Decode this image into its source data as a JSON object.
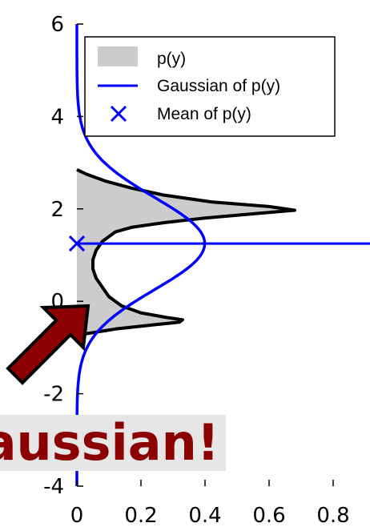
{
  "chart_data": {
    "type": "area",
    "xlim": [
      0,
      0.9
    ],
    "ylim": [
      -4,
      6
    ],
    "x_ticks": [
      0,
      0.2,
      0.4,
      0.6,
      0.8
    ],
    "x_tick_labels": [
      "0",
      "0.2",
      "0.4",
      "0.6",
      "0.8"
    ],
    "y_ticks": [
      -4,
      -2,
      0,
      2,
      4,
      6
    ],
    "y_tick_labels": [
      "-4",
      "-2",
      "0",
      "2",
      "4",
      "6"
    ],
    "grid": false,
    "legend_position": "top-right",
    "series": [
      {
        "name": "p(y)",
        "kind": "filled-density",
        "color": "#000000",
        "fill": "#cccccc",
        "points": [
          {
            "y": -0.75,
            "x": 0.0
          },
          {
            "y": -0.7,
            "x": 0.03
          },
          {
            "y": -0.6,
            "x": 0.12
          },
          {
            "y": -0.5,
            "x": 0.25
          },
          {
            "y": -0.45,
            "x": 0.32
          },
          {
            "y": -0.4,
            "x": 0.33
          },
          {
            "y": -0.35,
            "x": 0.28
          },
          {
            "y": -0.25,
            "x": 0.2
          },
          {
            "y": -0.1,
            "x": 0.14
          },
          {
            "y": 0.1,
            "x": 0.1
          },
          {
            "y": 0.3,
            "x": 0.08
          },
          {
            "y": 0.5,
            "x": 0.06
          },
          {
            "y": 0.7,
            "x": 0.05
          },
          {
            "y": 0.9,
            "x": 0.05
          },
          {
            "y": 1.1,
            "x": 0.06
          },
          {
            "y": 1.3,
            "x": 0.08
          },
          {
            "y": 1.5,
            "x": 0.12
          },
          {
            "y": 1.6,
            "x": 0.17
          },
          {
            "y": 1.7,
            "x": 0.27
          },
          {
            "y": 1.8,
            "x": 0.4
          },
          {
            "y": 1.9,
            "x": 0.56
          },
          {
            "y": 1.97,
            "x": 0.68
          },
          {
            "y": 2.05,
            "x": 0.6
          },
          {
            "y": 2.15,
            "x": 0.42
          },
          {
            "y": 2.3,
            "x": 0.27
          },
          {
            "y": 2.45,
            "x": 0.17
          },
          {
            "y": 2.6,
            "x": 0.09
          },
          {
            "y": 2.75,
            "x": 0.03
          },
          {
            "y": 2.85,
            "x": 0.0
          }
        ]
      },
      {
        "name": "Gaussian of p(y)",
        "kind": "gaussian",
        "color": "#0000ff",
        "mean": 1.25,
        "std": 1.0
      },
      {
        "name": "Mean of p(y)",
        "kind": "marker",
        "marker": "x",
        "color": "#0000ff",
        "x": 0.0,
        "y": 1.25
      }
    ],
    "mean_line": {
      "y": 1.25,
      "color": "#0000ff"
    }
  },
  "legend": {
    "items": [
      {
        "label": "p(y)",
        "swatch": "fill"
      },
      {
        "label": "Gaussian of p(y)",
        "swatch": "line"
      },
      {
        "label": "Mean of p(y)",
        "swatch": "marker"
      }
    ]
  },
  "annotation": {
    "arrow_fill": "#8b0000",
    "arrow_stroke": "#000000"
  },
  "banner": {
    "text": "aussian!",
    "color": "#8b0000",
    "background": "#e6e6e6"
  }
}
